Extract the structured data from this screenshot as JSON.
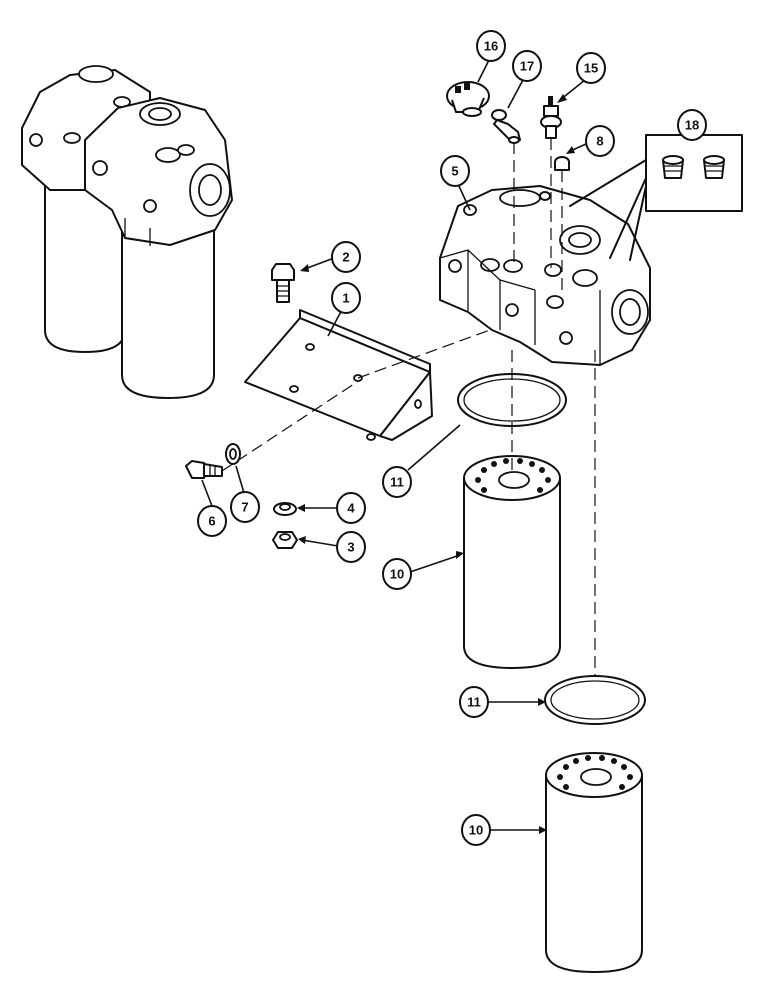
{
  "callouts": [
    {
      "id": "c1",
      "label": "1"
    },
    {
      "id": "c2",
      "label": "2"
    },
    {
      "id": "c3",
      "label": "3"
    },
    {
      "id": "c4",
      "label": "4"
    },
    {
      "id": "c5",
      "label": "5"
    },
    {
      "id": "c6",
      "label": "6"
    },
    {
      "id": "c7",
      "label": "7"
    },
    {
      "id": "c8",
      "label": "8"
    },
    {
      "id": "c10a",
      "label": "10"
    },
    {
      "id": "c10b",
      "label": "10"
    },
    {
      "id": "c11a",
      "label": "11"
    },
    {
      "id": "c11b",
      "label": "11"
    },
    {
      "id": "c15",
      "label": "15"
    },
    {
      "id": "c16",
      "label": "16"
    },
    {
      "id": "c17",
      "label": "17"
    },
    {
      "id": "c18",
      "label": "18"
    }
  ]
}
